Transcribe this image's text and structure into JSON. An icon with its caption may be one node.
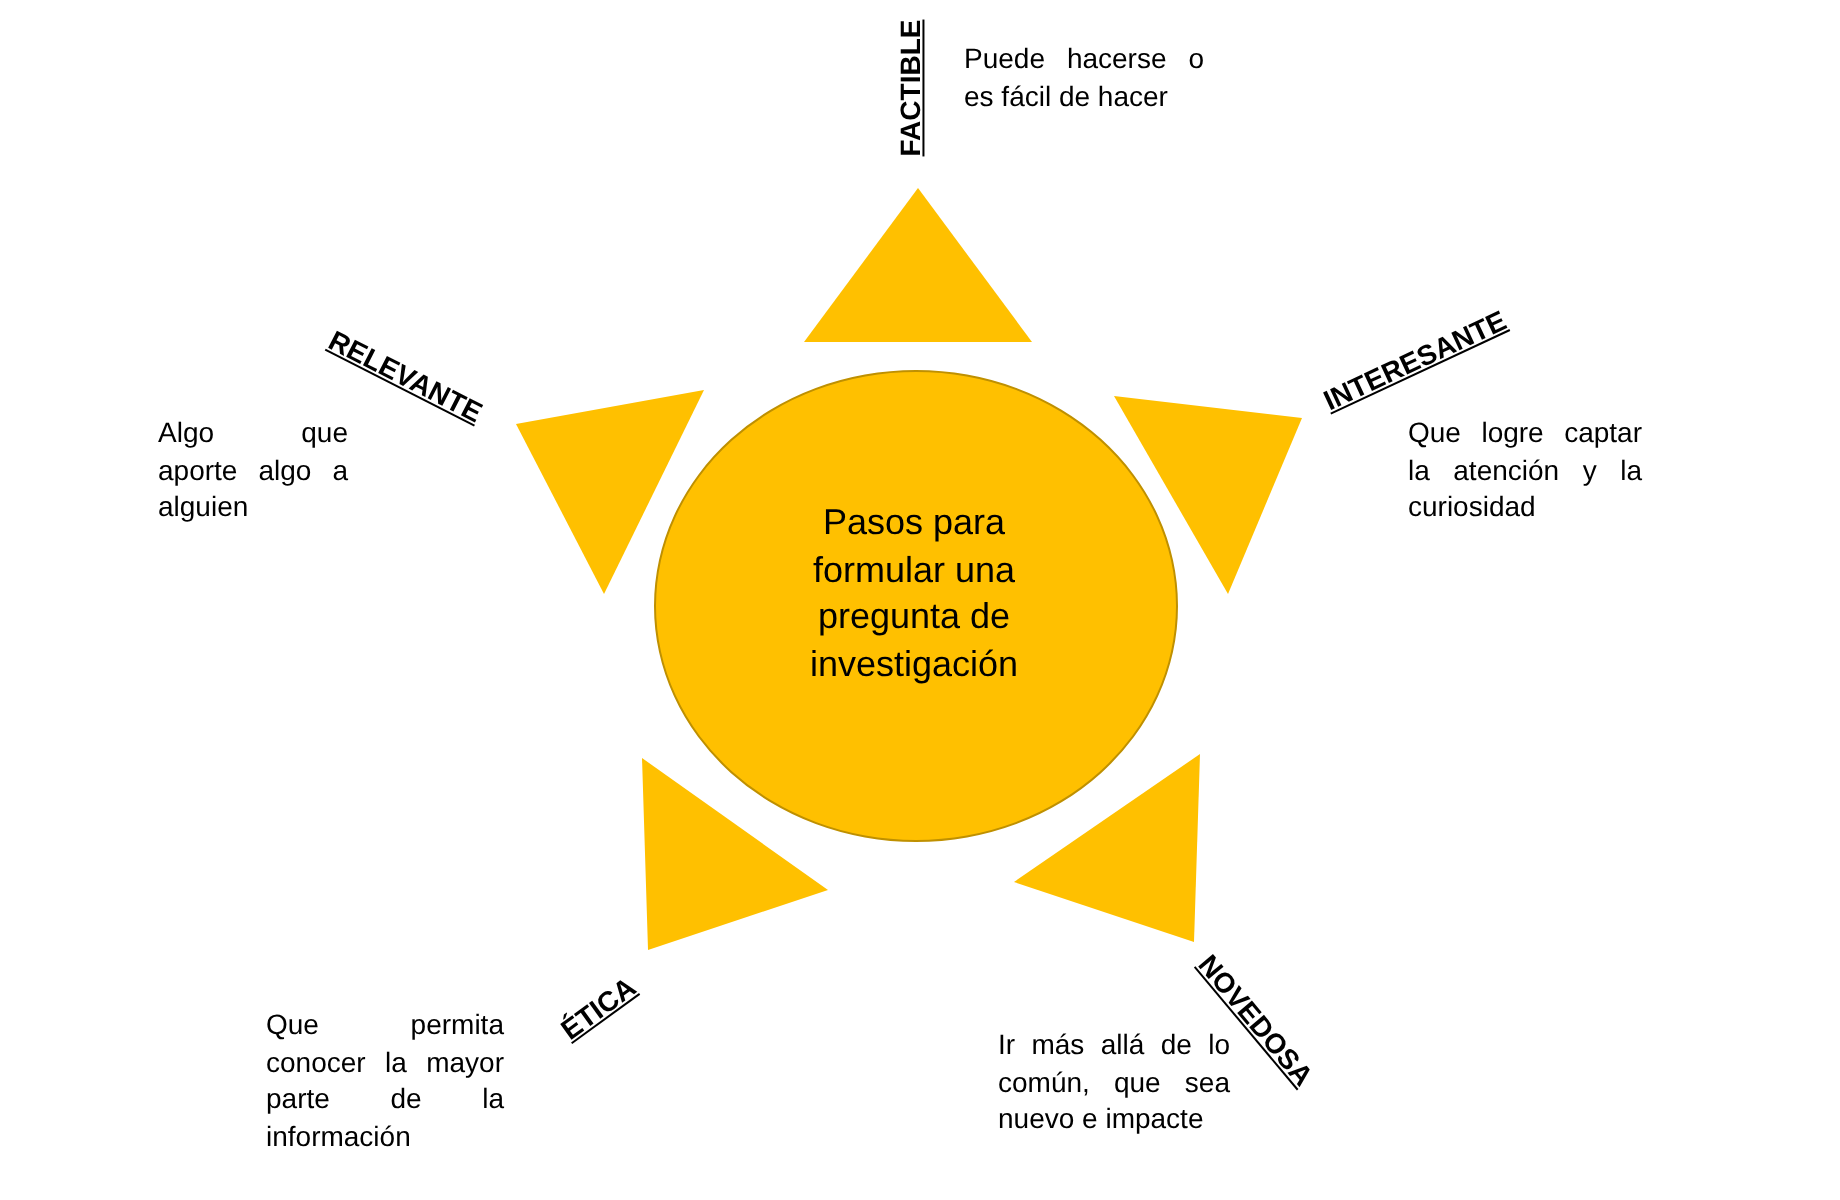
{
  "diagram": {
    "nodes": [
      {
        "text": [
          "Pasos para formular una pregunta de investigación"
        ]
      },
      {
        "text": [],
        "shape": "triangle",
        "beside": [
          "FACTIBLE",
          "Puede hacerse o es fácil de hacer"
        ]
      },
      {
        "text": [],
        "shape": "triangle",
        "beside": [
          "INTERESANTE",
          "Que logre captar la atención y la curiosidad"
        ]
      },
      {
        "text": [],
        "shape": "triangle",
        "beside": [
          "NOVEDOSA",
          "Ir más allá de lo común, que sea nuevo e impacte"
        ]
      },
      {
        "text": [],
        "shape": "triangle",
        "beside": [
          "ÉTICA",
          "Que permita conocer la mayor parte de la información"
        ]
      },
      {
        "text": [],
        "shape": "triangle",
        "beside": [
          "RELEVANTE",
          "Algo que aporte algo a alguien"
        ]
      }
    ]
  }
}
